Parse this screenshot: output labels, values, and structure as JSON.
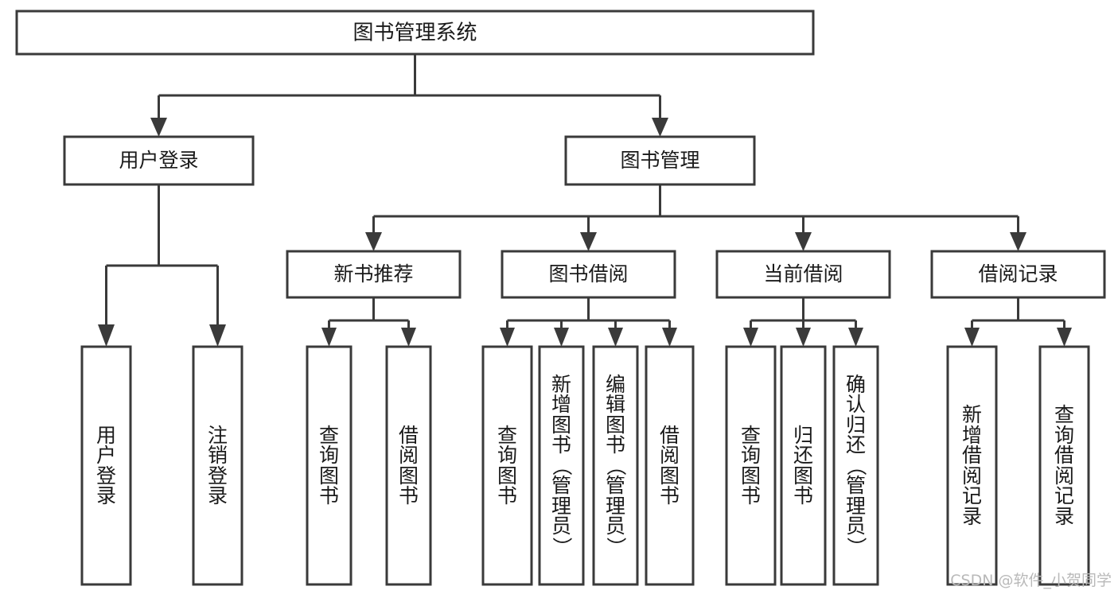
{
  "diagram": {
    "title": "图书管理系统",
    "watermark": "CSDN @软件_小贺同学",
    "levels": {
      "root": {
        "label": "图书管理系统"
      },
      "level2": [
        {
          "id": "user-login",
          "label": "用户登录"
        },
        {
          "id": "book-management",
          "label": "图书管理"
        }
      ],
      "level3": [
        {
          "id": "new-book-recommend",
          "label": "新书推荐"
        },
        {
          "id": "book-borrow",
          "label": "图书借阅"
        },
        {
          "id": "current-borrow",
          "label": "当前借阅"
        },
        {
          "id": "borrow-record",
          "label": "借阅记录"
        }
      ],
      "leaves": [
        {
          "id": "leaf-user-login",
          "label": "用户登录",
          "parent": "user-login"
        },
        {
          "id": "leaf-logout-login",
          "label": "注销登录",
          "parent": "user-login"
        },
        {
          "id": "leaf-query-book-1",
          "label": "查询图书",
          "parent": "new-book-recommend"
        },
        {
          "id": "leaf-borrow-book-1",
          "label": "借阅图书",
          "parent": "new-book-recommend"
        },
        {
          "id": "leaf-query-book-2",
          "label": "查询图书",
          "parent": "book-borrow"
        },
        {
          "id": "leaf-add-book",
          "label": "新增图书（管理员）",
          "parent": "book-borrow"
        },
        {
          "id": "leaf-edit-book",
          "label": "编辑图书（管理员）",
          "parent": "book-borrow"
        },
        {
          "id": "leaf-borrow-book-2",
          "label": "借阅图书",
          "parent": "book-borrow"
        },
        {
          "id": "leaf-query-book-3",
          "label": "查询图书",
          "parent": "current-borrow"
        },
        {
          "id": "leaf-return-book",
          "label": "归还图书",
          "parent": "current-borrow"
        },
        {
          "id": "leaf-confirm-return",
          "label": "确认归还（管理员）",
          "parent": "current-borrow"
        },
        {
          "id": "leaf-add-record",
          "label": "新增借阅记录",
          "parent": "borrow-record"
        },
        {
          "id": "leaf-query-record",
          "label": "查询借阅记录",
          "parent": "borrow-record"
        }
      ]
    },
    "colors": {
      "stroke": "#3a3a3a",
      "fill": "#ffffff",
      "text": "#1a1a1a",
      "watermark": "#b9b9b9"
    }
  }
}
